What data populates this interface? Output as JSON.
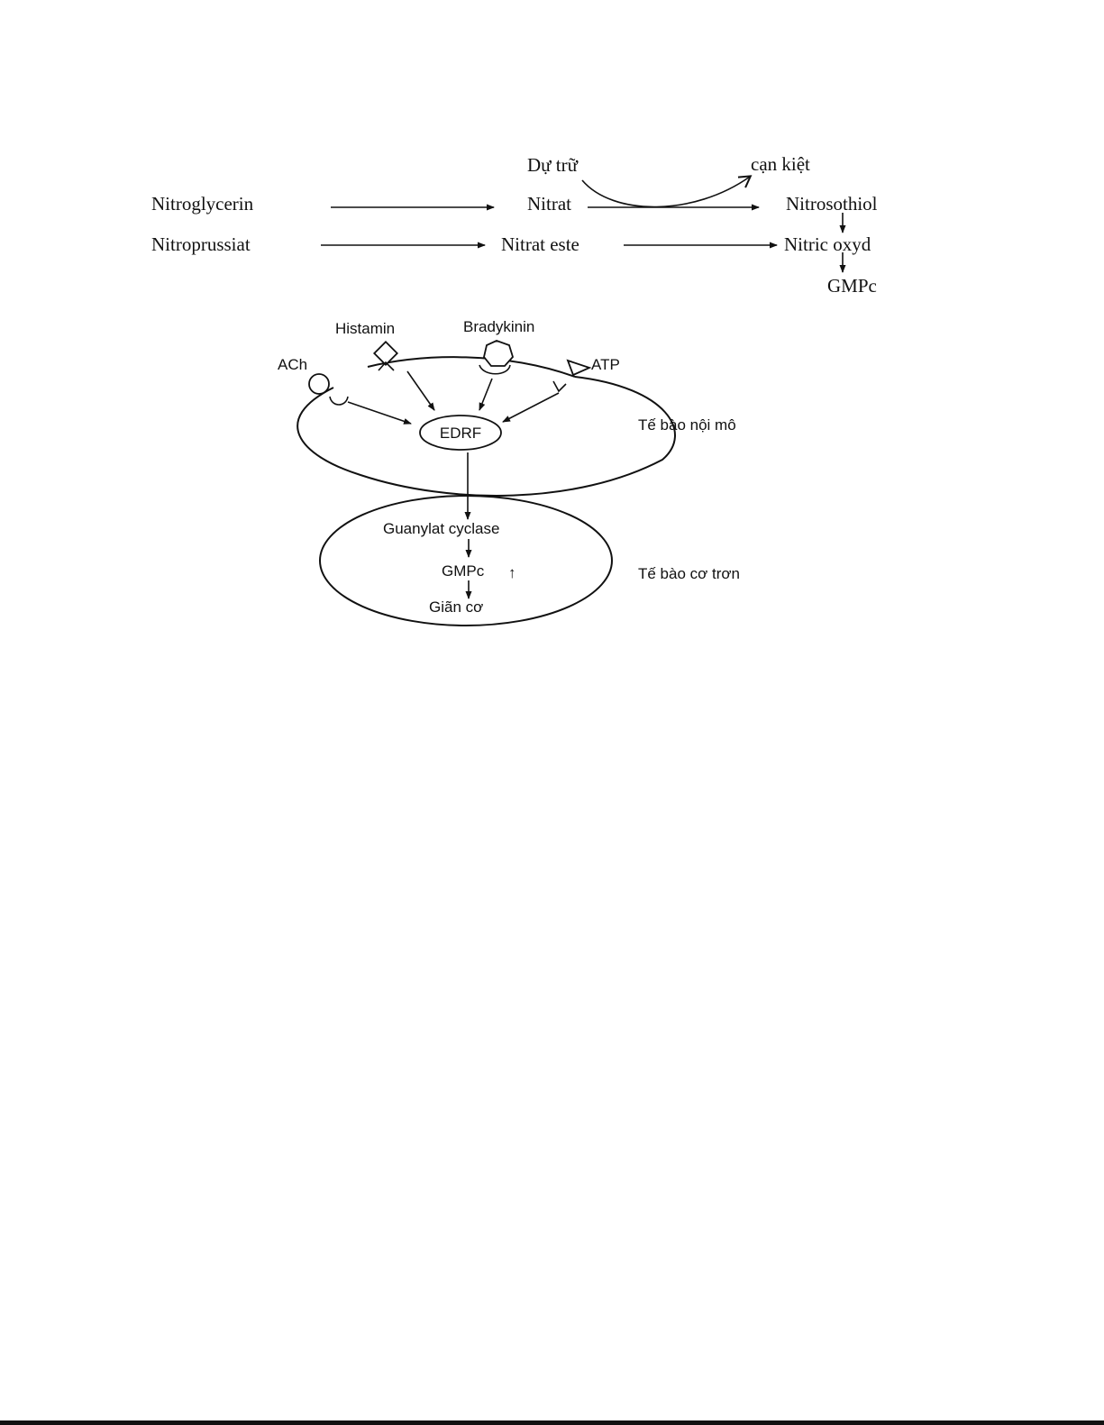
{
  "pathway": {
    "nitroglycerin": "Nitroglycerin",
    "nitroprussiat": "Nitroprussiat",
    "du_tru": "Dự trữ",
    "can_kiet": "cạn kiệt",
    "nitrat": "Nitrat",
    "nitrat_este": "Nitrat este",
    "nitrosothiol": "Nitrosothiol",
    "nitric_oxyd": "Nitric oxyd",
    "gmpc": "GMPc"
  },
  "cell_diagram": {
    "histamin": "Histamin",
    "bradykinin": "Bradykinin",
    "ach": "ACh",
    "atp": "ATP",
    "edrf": "EDRF",
    "endothelial_cell": "Tế bào nội mô",
    "guanylat_cyclase": "Guanylat cyclase",
    "gmpc": "GMPc",
    "up_arrow": "↑",
    "gian_co": "Giãn cơ",
    "smooth_muscle_cell": "Tế bào cơ trơn"
  }
}
